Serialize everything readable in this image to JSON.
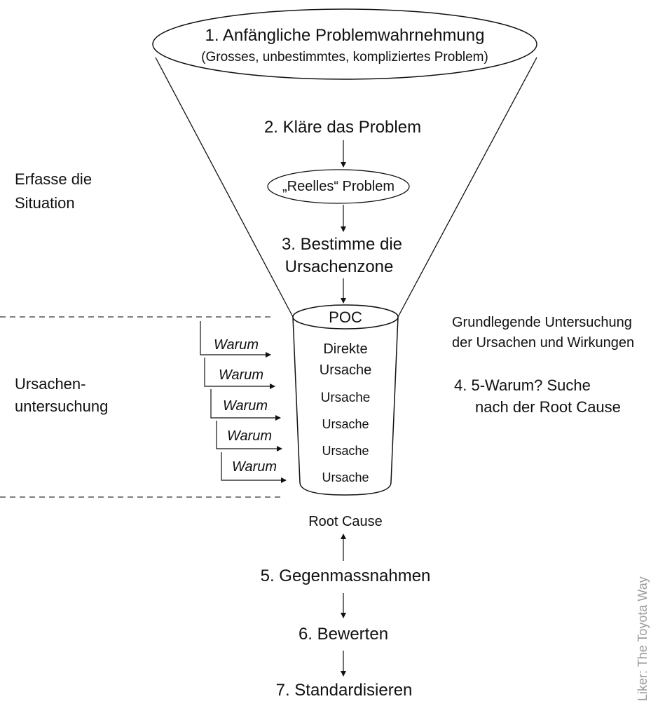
{
  "funnel": {
    "step1_title": "1. Anfängliche Problemwahrnehmung",
    "step1_subtitle": "(Grosses, unbestimmtes, kompliziertes Problem)",
    "step2": "2. Kläre das Problem",
    "real_problem": "„Reelles“ Problem",
    "step3_line1": "3. Bestimme die",
    "step3_line2": "Ursachenzone"
  },
  "cup": {
    "poc": "POC",
    "direct_cause_line1": "Direkte",
    "direct_cause_line2": "Ursache",
    "causes": [
      "Ursache",
      "Ursache",
      "Ursache",
      "Ursache"
    ]
  },
  "whys": [
    "Warum",
    "Warum",
    "Warum",
    "Warum",
    "Warum"
  ],
  "left_labels": {
    "situation_line1": "Erfasse die",
    "situation_line2": "Situation",
    "investigation_line1": "Ursachen-",
    "investigation_line2": "untersuchung"
  },
  "right_labels": {
    "basic_line1": "Grundlegende Untersuchung",
    "basic_line2": "der Ursachen und Wirkungen",
    "step4_line1": "4. 5-Warum? Suche",
    "step4_line2": "nach der Root Cause"
  },
  "bottom": {
    "root_cause": "Root Cause",
    "step5": "5. Gegenmassnahmen",
    "step6": "6. Bewerten",
    "step7": "7. Standardisieren"
  },
  "credit": "Liker: The Toyota Way"
}
